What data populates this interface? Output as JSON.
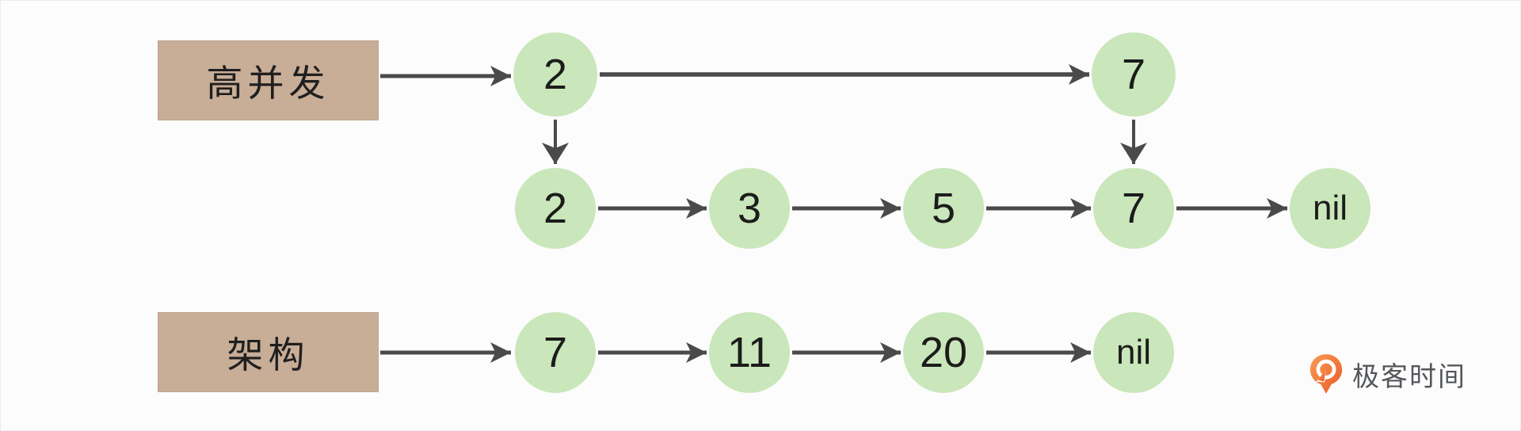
{
  "diagram_type": "skip-list-and-linked-list",
  "colors": {
    "node_fill": "#c9e7ba",
    "label_box_fill": "#c8ad97",
    "arrow": "#4a4a4a",
    "text": "#1c1c1c",
    "logo_orange": "#ed5c26",
    "logo_text_color": "#54575b"
  },
  "skip_list": {
    "label": "高并发",
    "express_lane": {
      "nodes": [
        "2",
        "7"
      ]
    },
    "base_lane": {
      "nodes": [
        "2",
        "3",
        "5",
        "7",
        "nil"
      ]
    }
  },
  "linked_list": {
    "label": "架构",
    "nodes": [
      "7",
      "11",
      "20",
      "nil"
    ]
  },
  "logo": {
    "text": "极客时间",
    "icon": "geektime-pin-icon"
  }
}
